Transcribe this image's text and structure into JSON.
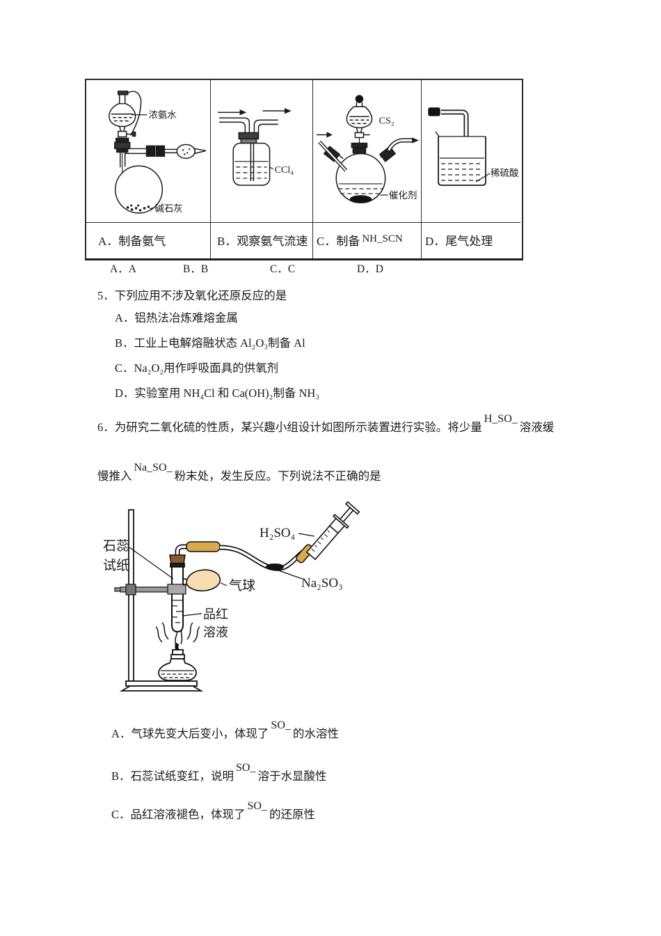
{
  "table": {
    "captions": {
      "a": "A．制备氨气",
      "b": "B．观察氨气流速",
      "c_pre": "C．制备",
      "c_formula": "NH_SCN",
      "d": "D．尾气处理"
    },
    "diagram_labels": {
      "a_funnel": "浓氨水",
      "a_flask": "碱石灰",
      "b_liquid": "CCl₄",
      "c_funnel": "CS₂",
      "c_flask": "催化剂",
      "d_liquid": "稀硫酸"
    }
  },
  "answer_row": {
    "a": "A．A",
    "b": "B．B",
    "c": "C．C",
    "d": "D．D"
  },
  "q5": {
    "stem": "5．下列应用不涉及氧化还原反应的是",
    "option_a": "A．铝热法冶炼难熔金属",
    "option_b": "B．工业上电解熔融状态 Al₂O₃制备 Al",
    "option_c": "C．Na₂O₂用作呼吸面具的供氧剂",
    "option_d": "D．实验室用 NH₄Cl 和 Ca(OH)₂制备 NH₃"
  },
  "q6": {
    "line1_pre": "6．为研究二氧化硫的性质，某兴趣小组设计如图所示装置进行实验。将少量",
    "formula_h2so4_broken": "H_SO_",
    "line1_post": "溶液缓",
    "line2_pre": "慢推入",
    "formula_na2so3_broken": "Na_SO_",
    "line2_post": "粉末处，发生反应。下列说法不正确的是",
    "diagram_labels": {
      "litmus1": "石蕊",
      "litmus2": "试纸",
      "h2so4": "H₂SO₄",
      "balloon": "气球",
      "na2so3": "Na₂SO₃",
      "fuchsin1": "品红",
      "fuchsin2": "溶液"
    },
    "options": {
      "a_pre": "A．气球先变大后变小，体现了",
      "a_formula": "SO_",
      "a_post": "的水溶性",
      "b_pre": "B．石蕊试纸变红，说明",
      "b_formula": "SO_",
      "b_post": "溶于水显酸性",
      "c_pre": "C．品红溶液褪色，体现了",
      "c_formula": "SO_",
      "c_post": "的还原性"
    }
  },
  "colors": {
    "ink": "#1a1a1a",
    "balloon": "#f6ddb2",
    "rubber": "#d8a94f",
    "cork": "#8a5a2e",
    "clamp": "#9a9a9a"
  }
}
